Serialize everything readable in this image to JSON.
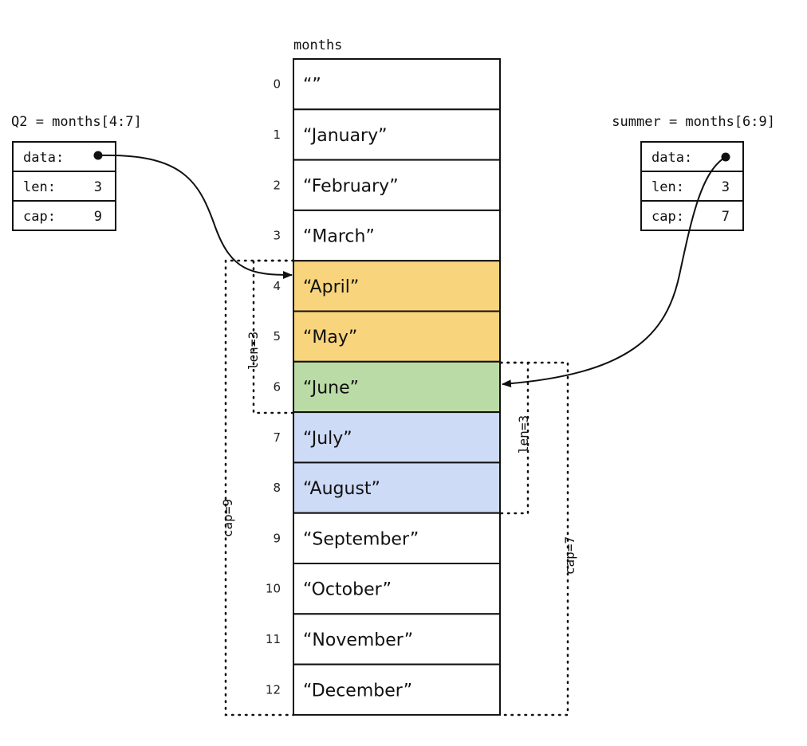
{
  "array": {
    "name": "months",
    "indices": [
      "0",
      "1",
      "2",
      "3",
      "4",
      "5",
      "6",
      "7",
      "8",
      "9",
      "10",
      "11",
      "12"
    ],
    "values": [
      "“”",
      "“January”",
      "“February”",
      "“March”",
      "“April”",
      "“May”",
      "“June”",
      "“July”",
      "“August”",
      "“September”",
      "“October”",
      "“November”",
      "“December”"
    ],
    "highlight_colors": {
      "q2_only": "#f8d47c",
      "overlap": "#badba5",
      "summer_only": "#cedbf6",
      "default": "#ffffff"
    }
  },
  "slices": {
    "q2": {
      "expr": "Q2 = months[4:7]",
      "fields": [
        {
          "label": "data:",
          "value": ""
        },
        {
          "label": "len:",
          "value": "3"
        },
        {
          "label": "cap:",
          "value": "9"
        }
      ],
      "len_label": "len=3",
      "cap_label": "cap=9"
    },
    "summer": {
      "expr": "summer = months[6:9]",
      "fields": [
        {
          "label": "data:",
          "value": ""
        },
        {
          "label": "len:",
          "value": "3"
        },
        {
          "label": "cap:",
          "value": "7"
        }
      ],
      "len_label": "len=3",
      "cap_label": "cap=7"
    }
  }
}
